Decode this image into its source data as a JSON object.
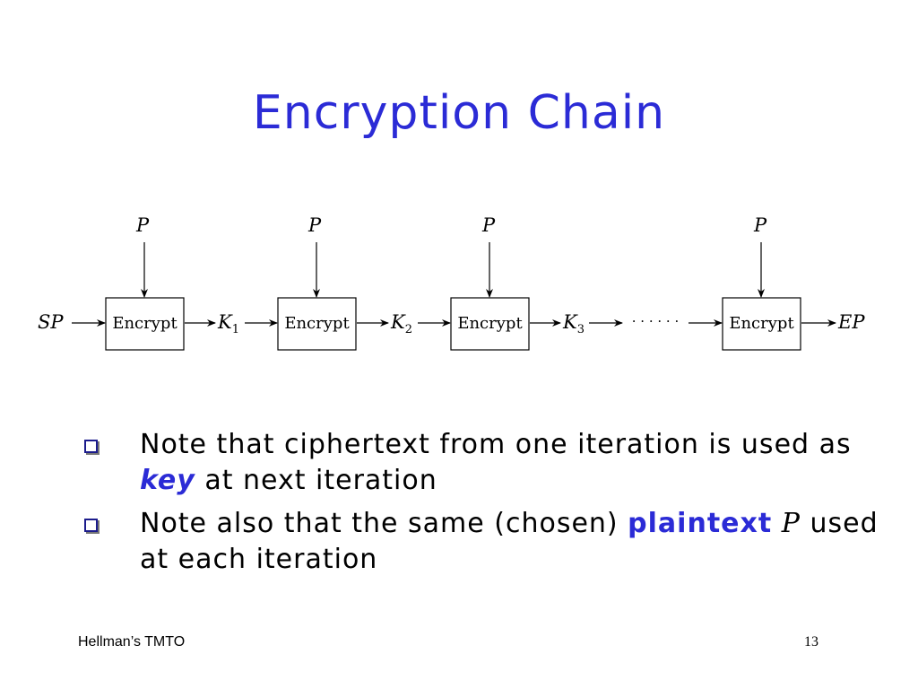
{
  "slide": {
    "title": "Encryption Chain",
    "diagram": {
      "start": "SP",
      "end": "EP",
      "input": "P",
      "box_label": "Encrypt",
      "keys": [
        {
          "base": "K",
          "sub": "1"
        },
        {
          "base": "K",
          "sub": "2"
        },
        {
          "base": "K",
          "sub": "3"
        }
      ],
      "ellipsis": "· · · · · ·"
    },
    "bullets": [
      {
        "before": "Note that ciphertext from one iteration is used as ",
        "emphasis": "key",
        "after": " at next iteration"
      },
      {
        "before": "Note also that the same (chosen) ",
        "emphasis": "plaintext",
        "var": "P",
        "after": " used at each iteration"
      }
    ],
    "footer": {
      "left": "Hellman’s TMTO",
      "page": "13"
    }
  }
}
